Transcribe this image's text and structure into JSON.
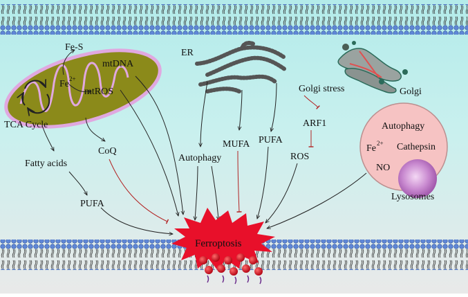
{
  "labels": {
    "fe_s": "Fe-S",
    "mtdna": "mtDNA",
    "fe": "Fe",
    "fe_sup": "2+",
    "mtros": "mtROS",
    "tca_cycle": "TCA Cycle",
    "coq": "CoQ",
    "fatty_acids": "Fatty acids",
    "pufa_left": "PUFA",
    "er": "ER",
    "autophagy_mid": "Autophagy",
    "mufa": "MUFA",
    "pufa_mid": "PUFA",
    "golgi_stress": "Golgi stress",
    "golgi": "Golgi",
    "arf1": "ARF1",
    "ros": "ROS",
    "lyso_autophagy": "Autophagy",
    "lyso_fe": "Fe",
    "lyso_fe_sup": "2+",
    "lyso_cathepsin": "Cathepsin",
    "lyso_no": "NO",
    "lysosomes": "Lysosomes",
    "ferroptosis": "Ferroptosis"
  },
  "colors": {
    "mito_fill": "#8b8a1a",
    "mito_edge": "#e0a8e0",
    "inhibit": "#b22222",
    "lysosome": "#f6c3c3",
    "burst": "#e8102a",
    "lipid_head": "#5f87d6",
    "bg_top": "#b8ecec",
    "bg_bottom": "#e8e8e8"
  }
}
